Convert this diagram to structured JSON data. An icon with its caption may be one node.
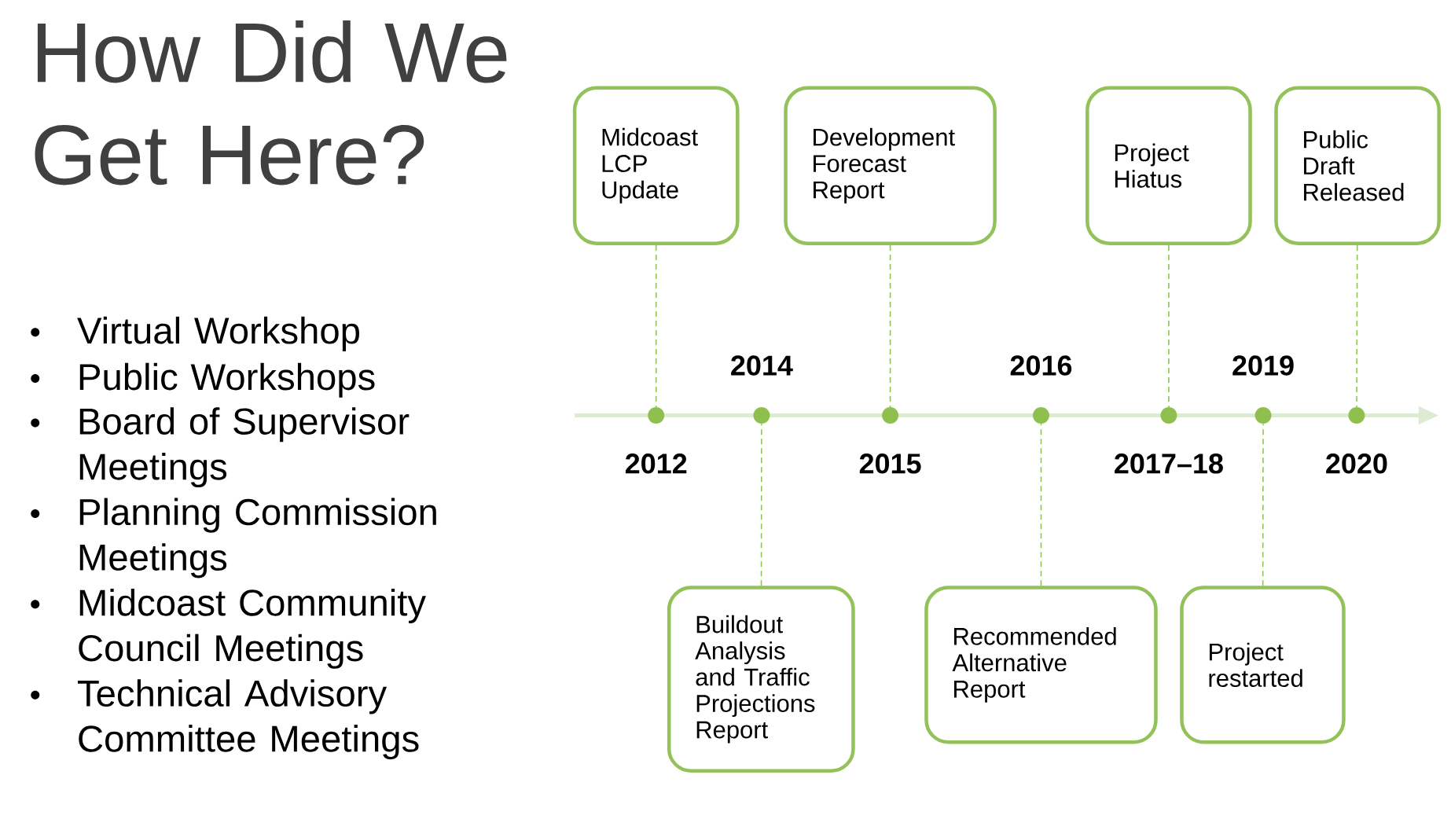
{
  "diagram": {
    "title": "How Did We Get Here?",
    "nodes": [
      {
        "text": [
          "Midcoast LCP Update"
        ]
      },
      {
        "text": [
          "Development Forecast Report"
        ]
      },
      {
        "text": [
          "Project Hiatus"
        ]
      },
      {
        "text": [
          "Public Draft Released"
        ]
      },
      {
        "text": [
          "Buildout Analysis and Traffic Projections Report"
        ]
      },
      {
        "text": [
          "Recommended Alternative Report"
        ]
      },
      {
        "text": [
          "Project restarted"
        ]
      },
      {
        "text": [],
        "shape": "circle",
        "beside": [
          "2012"
        ]
      },
      {
        "text": [],
        "shape": "circle",
        "beside": [
          "2014"
        ]
      },
      {
        "text": [],
        "shape": "circle",
        "beside": [
          "2015"
        ]
      },
      {
        "text": [],
        "shape": "circle",
        "beside": [
          "2016"
        ]
      },
      {
        "text": [],
        "shape": "circle",
        "beside": [
          "2017–18"
        ]
      },
      {
        "text": [],
        "shape": "circle",
        "beside": [
          "2019"
        ]
      },
      {
        "text": [],
        "shape": "circle",
        "beside": [
          "2020"
        ]
      }
    ],
    "edges": [
      {
        "from": 0,
        "to": 7,
        "arrow": "none",
        "style": "dashed"
      },
      {
        "from": 4,
        "to": 8,
        "arrow": "none",
        "style": "dashed"
      },
      {
        "from": 1,
        "to": 9,
        "arrow": "none",
        "style": "dashed"
      },
      {
        "from": 5,
        "to": 10,
        "arrow": "none",
        "style": "dashed"
      },
      {
        "from": 2,
        "to": 11,
        "arrow": "none",
        "style": "dashed"
      },
      {
        "from": 6,
        "to": 12,
        "arrow": "none",
        "style": "dashed"
      },
      {
        "from": 3,
        "to": 13,
        "arrow": "none",
        "style": "dashed"
      }
    ],
    "labels": [
      "Virtual Workshop",
      "Public Workshops",
      "Board of Supervisor Meetings",
      "Planning Commission Meetings",
      "Midcoast Community Council Meetings",
      "Technical Advisory Committee Meetings"
    ]
  }
}
